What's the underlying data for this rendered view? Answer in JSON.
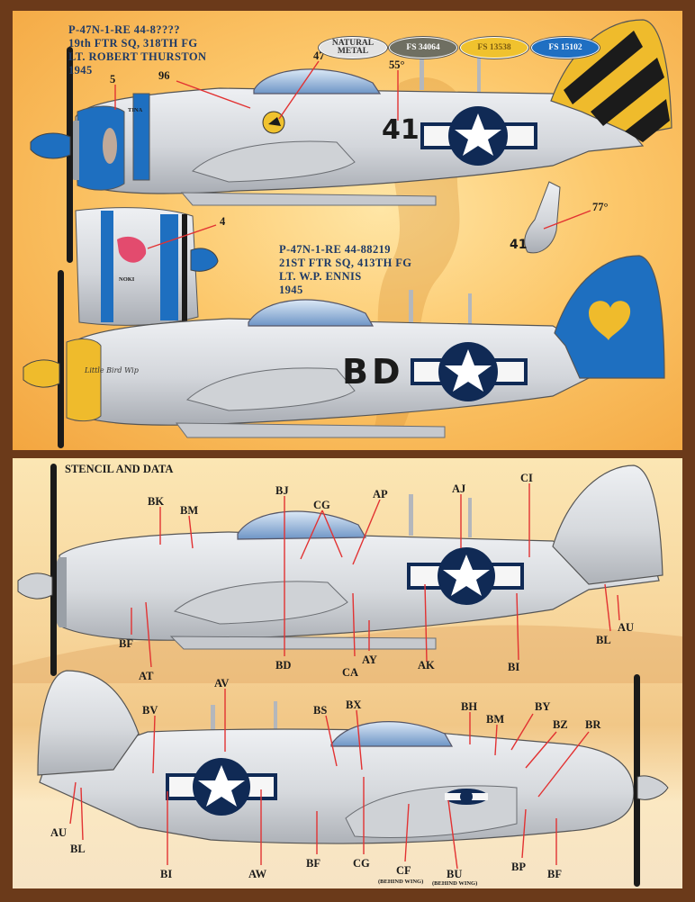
{
  "profile1": {
    "lines": [
      "P-47N-1-RE 44-8????",
      "19th FTR SQ, 318TH FG",
      "LT. ROBERT THURSTON",
      "1945"
    ],
    "fuselage_code": "41",
    "nose_text": "TINA",
    "cowl_text": "NOKI",
    "fin_code": "41"
  },
  "profile2": {
    "lines": [
      "P-47N-1-RE 44-88219",
      "21ST FTR SQ, 413TH FG",
      "LT. W.P. ENNIS",
      "1945"
    ],
    "fuselage_code": "BD",
    "nose_text": "Little Bird Wip"
  },
  "color_chips": [
    {
      "label": "NATURAL METAL",
      "bg": "#e3e3e3",
      "fg": "#333333"
    },
    {
      "label": "FS 34064",
      "bg": "#6f6f62",
      "fg": "#ffffff"
    },
    {
      "label": "FS 13538",
      "bg": "#f0c22e",
      "fg": "#7a5b10"
    },
    {
      "label": "FS 15102",
      "bg": "#1f6fc2",
      "fg": "#ffffff"
    }
  ],
  "top_callouts": [
    "5",
    "96",
    "47",
    "55°",
    "4",
    "77°"
  ],
  "stencil_heading": "STENCIL AND DATA",
  "stencil_upper_callouts": [
    "BK",
    "BM",
    "BJ",
    "CG",
    "AP",
    "AJ",
    "CI",
    "BF",
    "AT",
    "BD",
    "CA",
    "AY",
    "AK",
    "BI",
    "BL",
    "AU"
  ],
  "stencil_lower_callouts": [
    "AV",
    "BV",
    "BS",
    "BX",
    "BH",
    "BY",
    "BM",
    "BZ",
    "BR",
    "AU",
    "BL",
    "BI",
    "AW",
    "BF",
    "CG",
    "CF",
    "BU",
    "BP",
    "BF"
  ],
  "behind_wing_note": "(BEHIND WING)",
  "colors": {
    "metal": "#d9dbdf",
    "blue": "#1e6fc0",
    "yellow": "#efbb2c",
    "insignia": "#102a55",
    "leader": "#e23232"
  }
}
